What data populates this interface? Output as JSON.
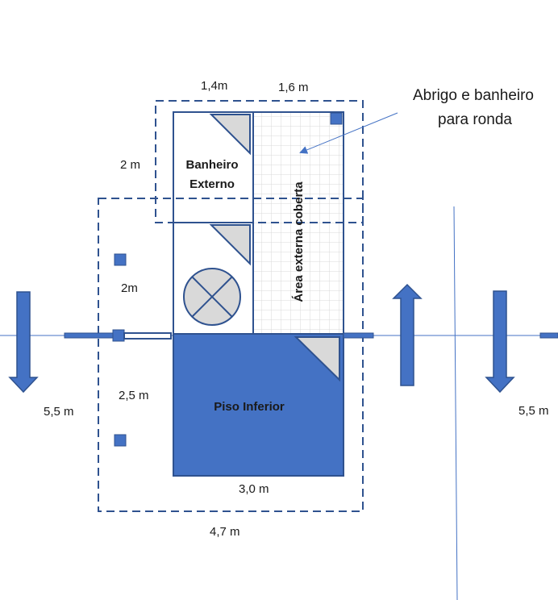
{
  "dimensions": {
    "top_left": "1,4m",
    "top_right": "1,6 m",
    "left_upper": "2 m",
    "left_middle": "2m",
    "left_lower": "2,5  m",
    "outer_left": "5,5  m",
    "outer_right": "5,5  m",
    "bottom_inner": "3,0  m",
    "bottom_outer": "4,7  m"
  },
  "rooms": {
    "bathroom_line1": "Banheiro",
    "bathroom_line2": "Externo",
    "covered_area": "Área  externa coberta",
    "lower_floor": "Piso Inferior"
  },
  "callout": {
    "line1": "Abrigo e banheiro",
    "line2": "para ronda"
  },
  "colors": {
    "accent_blue": "#4472c4",
    "outline_blue": "#2f528f",
    "triangle_gray": "#d9d9d9",
    "grid_gray": "#d9d9d9"
  }
}
